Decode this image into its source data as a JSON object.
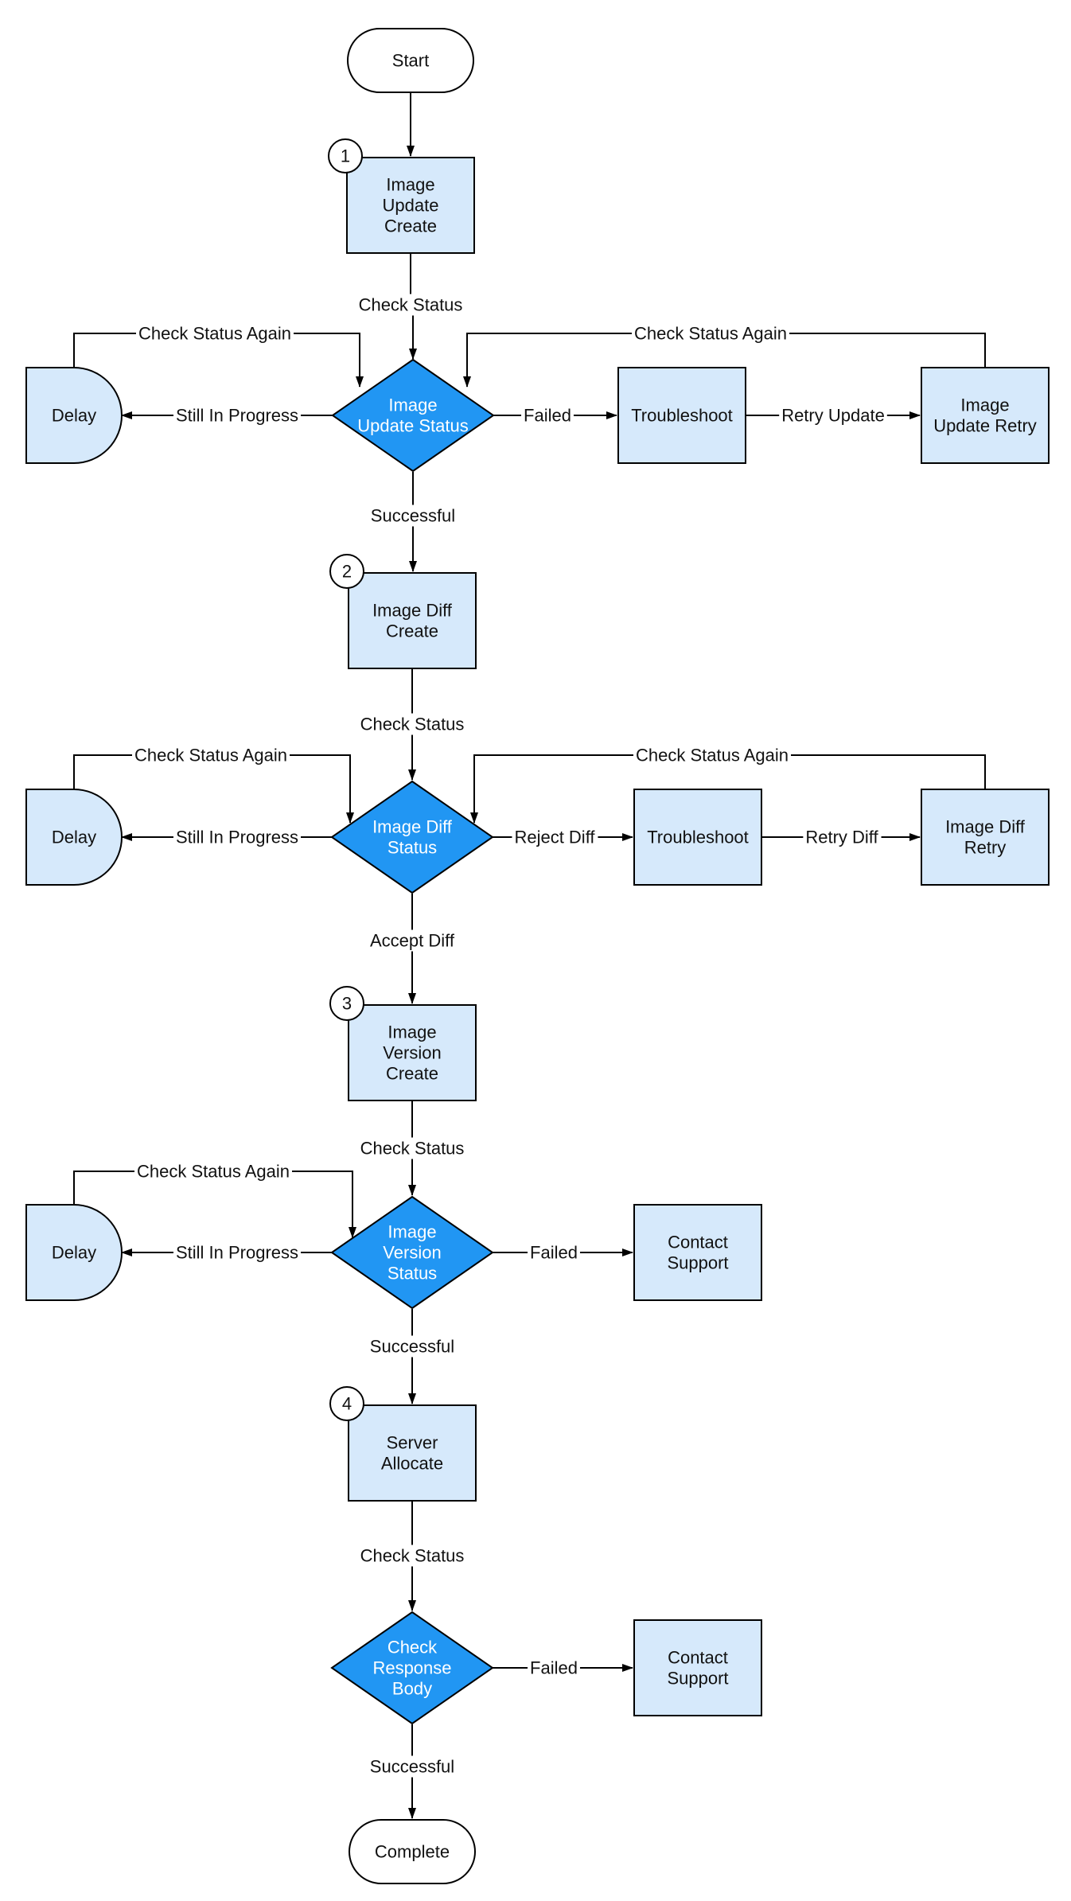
{
  "diagram": {
    "colors": {
      "process_fill": "#d6e9fb",
      "decision_fill": "#2196f3",
      "stroke": "#000000",
      "terminal_fill": "#ffffff",
      "label_text": "#111111"
    },
    "nodes": {
      "start": {
        "lines": [
          "Start"
        ]
      },
      "step1_num": {
        "lines": [
          "1"
        ]
      },
      "image_update_create": {
        "lines": [
          "Image",
          "Update",
          "Create"
        ]
      },
      "image_update_status": {
        "lines": [
          "Image",
          "Update Status"
        ]
      },
      "delay_1": {
        "lines": [
          "Delay"
        ]
      },
      "troubleshoot_1": {
        "lines": [
          "Troubleshoot"
        ]
      },
      "image_update_retry": {
        "lines": [
          "Image",
          "Update Retry"
        ]
      },
      "step2_num": {
        "lines": [
          "2"
        ]
      },
      "image_diff_create": {
        "lines": [
          "Image Diff",
          "Create"
        ]
      },
      "image_diff_status": {
        "lines": [
          "Image Diff",
          "Status"
        ]
      },
      "delay_2": {
        "lines": [
          "Delay"
        ]
      },
      "troubleshoot_2": {
        "lines": [
          "Troubleshoot"
        ]
      },
      "image_diff_retry": {
        "lines": [
          "Image Diff",
          "Retry"
        ]
      },
      "step3_num": {
        "lines": [
          "3"
        ]
      },
      "image_version_create": {
        "lines": [
          "Image",
          "Version",
          "Create"
        ]
      },
      "image_version_status": {
        "lines": [
          "Image",
          "Version",
          "Status"
        ]
      },
      "delay_3": {
        "lines": [
          "Delay"
        ]
      },
      "contact_support_1": {
        "lines": [
          "Contact",
          "Support"
        ]
      },
      "step4_num": {
        "lines": [
          "4"
        ]
      },
      "server_allocate": {
        "lines": [
          "Server",
          "Allocate"
        ]
      },
      "check_response_body": {
        "lines": [
          "Check",
          "Response",
          "Body"
        ]
      },
      "contact_support_2": {
        "lines": [
          "Contact",
          "Support"
        ]
      },
      "complete": {
        "lines": [
          "Complete"
        ]
      }
    },
    "edges": {
      "start_to_create1": "",
      "create1_to_status1": "Check Status",
      "status1_to_delay1": "Still In Progress",
      "delay1_to_status1": "Check Status Again",
      "status1_to_troubleshoot1": "Failed",
      "troubleshoot1_to_retry1": "Retry Update",
      "retry1_to_status1": "Check Status Again",
      "status1_to_create2": "Successful",
      "create2_to_status2": "Check Status",
      "status2_to_delay2": "Still In Progress",
      "delay2_to_status2": "Check Status Again",
      "status2_to_troubleshoot2": "Reject Diff",
      "troubleshoot2_to_retry2": "Retry Diff",
      "retry2_to_status2": "Check Status Again",
      "status2_to_create3": "Accept Diff",
      "create3_to_status3": "Check Status",
      "status3_to_delay3": "Still In Progress",
      "delay3_to_status3": "Check Status Again",
      "status3_to_support1": "Failed",
      "status3_to_allocate": "Successful",
      "allocate_to_check": "Check Status",
      "check_to_support2": "Failed",
      "check_to_complete": "Successful"
    }
  }
}
